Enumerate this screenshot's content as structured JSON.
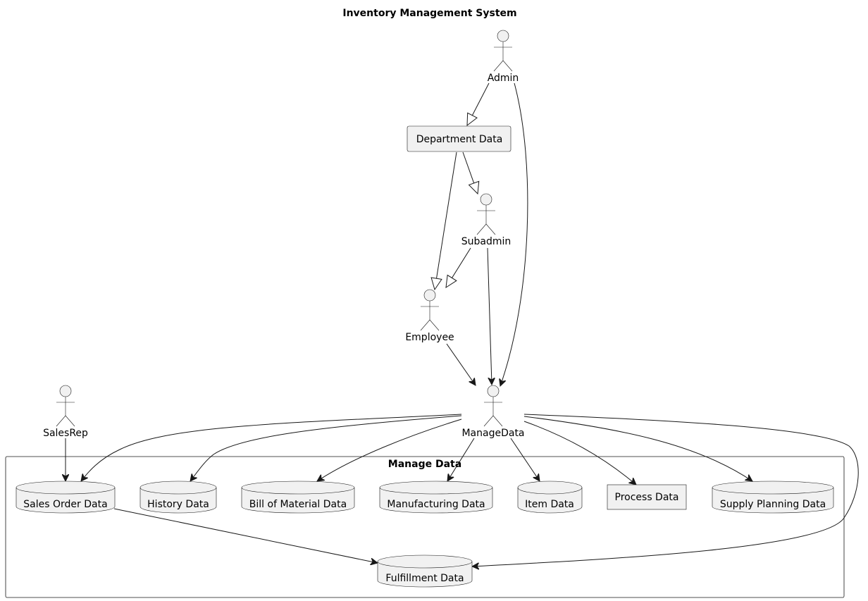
{
  "diagram": {
    "title": "Inventory Management System",
    "package_label": "Manage Data",
    "actors": {
      "admin": "Admin",
      "subadmin": "Subadmin",
      "employee": "Employee",
      "manage_data": "ManageData",
      "sales_rep": "SalesRep"
    },
    "components": {
      "department_data": "Department Data",
      "process_data": "Process Data"
    },
    "databases": {
      "sales_order": "Sales Order Data",
      "history": "History Data",
      "bill_of_material": "Bill of Material Data",
      "manufacturing": "Manufacturing Data",
      "item": "Item Data",
      "supply_planning": "Supply Planning Data",
      "fulfillment": "Fulfillment Data"
    },
    "colors": {
      "node_fill": "#f1f1f1",
      "stroke": "#181818",
      "background": "#ffffff"
    }
  }
}
